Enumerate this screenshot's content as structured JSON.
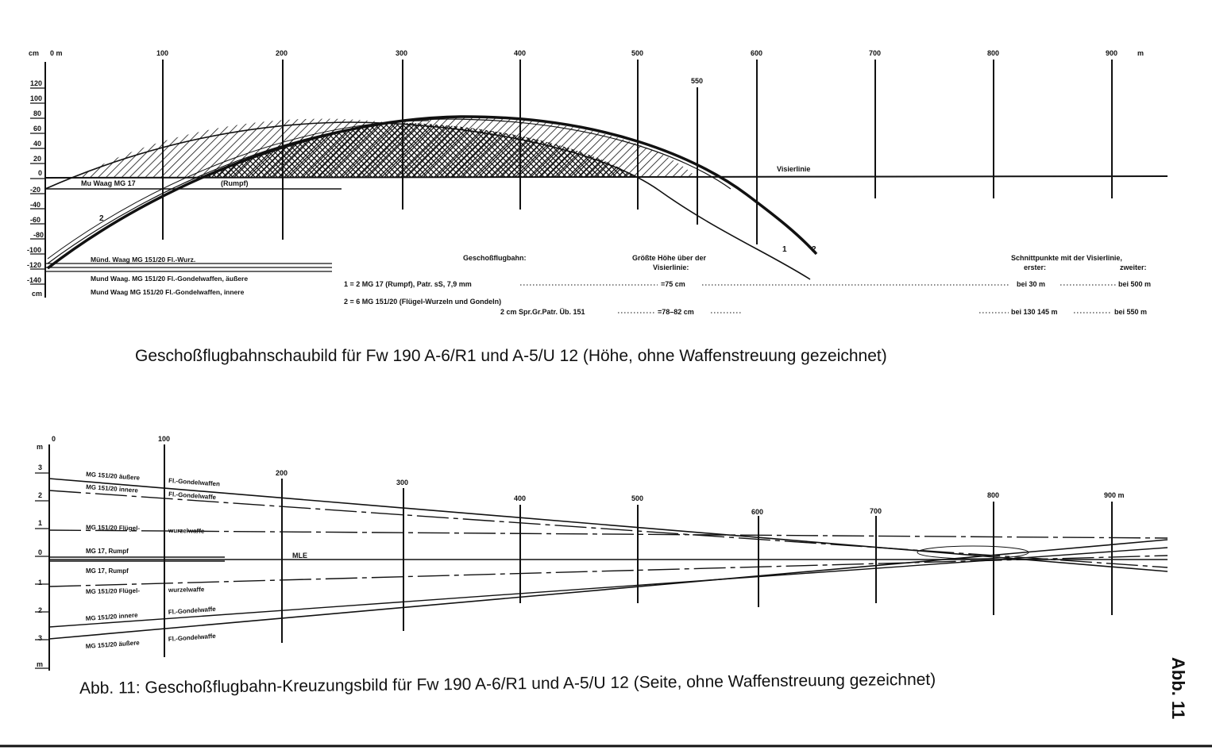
{
  "top": {
    "x_ticks": [
      "0 m",
      "100",
      "200",
      "300",
      "400",
      "500",
      "550",
      "600",
      "700",
      "800",
      "900",
      "m"
    ],
    "unit_top": "cm",
    "unit_bottom": "cm",
    "y_labels": [
      "120",
      "100",
      "80",
      "60",
      "40",
      "20",
      "0",
      "-20",
      "-40",
      "-60",
      "-80",
      "-100",
      "-120",
      "-140"
    ],
    "sight_line_label": "Visierlinie",
    "mu_waag_mg17": "Mu Waag MG 17",
    "rumpf": "(Rumpf)",
    "curve_label_1": "1",
    "curve_label_2": "2",
    "mund_lines": [
      "Münd. Waag MG 151/20 Fl.-Wurz.",
      "Mund Waag. MG 151/20 Fl.-Gondelwaffen, äußere",
      "Mund Waag MG 151/20 Fl.-Gondelwaffen, innere"
    ],
    "legend": {
      "col_trajectory": "Geschoßflugbahn:",
      "col_height_1": "Größte Höhe über der",
      "col_height_2": "Visierlinie:",
      "col_intersect_1": "Schnittpunkte mit der Visierlinie,",
      "col_first": "erster:",
      "col_second": "zweiter:",
      "row1": "1 = 2 MG 17 (Rumpf), Patr. sS, 7,9 mm",
      "row1_height": "=75 cm",
      "row1_first": "bei 30 m",
      "row1_second": "bei 500 m",
      "row2a": "2 = 6 MG 151/20 (Flügel-Wurzeln und Gondeln)",
      "row2b": "2 cm Spr.Gr.Patr. Üb. 151",
      "row2_height": "=78–82 cm",
      "row2_first": "bei 130 145 m",
      "row2_second": "bei 550 m"
    },
    "caption": "Geschoßflugbahnschaubild für Fw 190 A-6/R1 und A-5/U 12 (Höhe, ohne Waffenstreuung gezeichnet)"
  },
  "bottom": {
    "x_ticks": [
      "0",
      "100",
      "200",
      "300",
      "400",
      "500",
      "600",
      "700",
      "800",
      "900 m"
    ],
    "y_unit_top": "m",
    "y_unit_bottom": "m",
    "y_labels": [
      "3",
      "2",
      "1",
      "0",
      "1",
      "2",
      "3"
    ],
    "mle": "MLE",
    "weapon_labels": [
      "MG 151/20 äußere",
      "Fl.-Gondelwaffen",
      "MG 151/20 innere",
      "Fl.-Gondelwaffe",
      "MG 151/20 Flügel-",
      "wurzelwaffe",
      "MG 17, Rumpf",
      "MG 17, Rumpf",
      "MG 151/20 Flügel-",
      "wurzelwaffe",
      "MG 151/20 innere",
      "Fl.-Gondelwaffe",
      "MG 151/20 äußere",
      "Fl.-Gondelwaffe"
    ],
    "caption": "Abb. 11: Geschoßflugbahn-Kreuzungsbild für Fw 190 A-6/R1 und A-5/U 12 (Seite, ohne Waffenstreuung gezeichnet)"
  },
  "side_label": "Abb. 11"
}
